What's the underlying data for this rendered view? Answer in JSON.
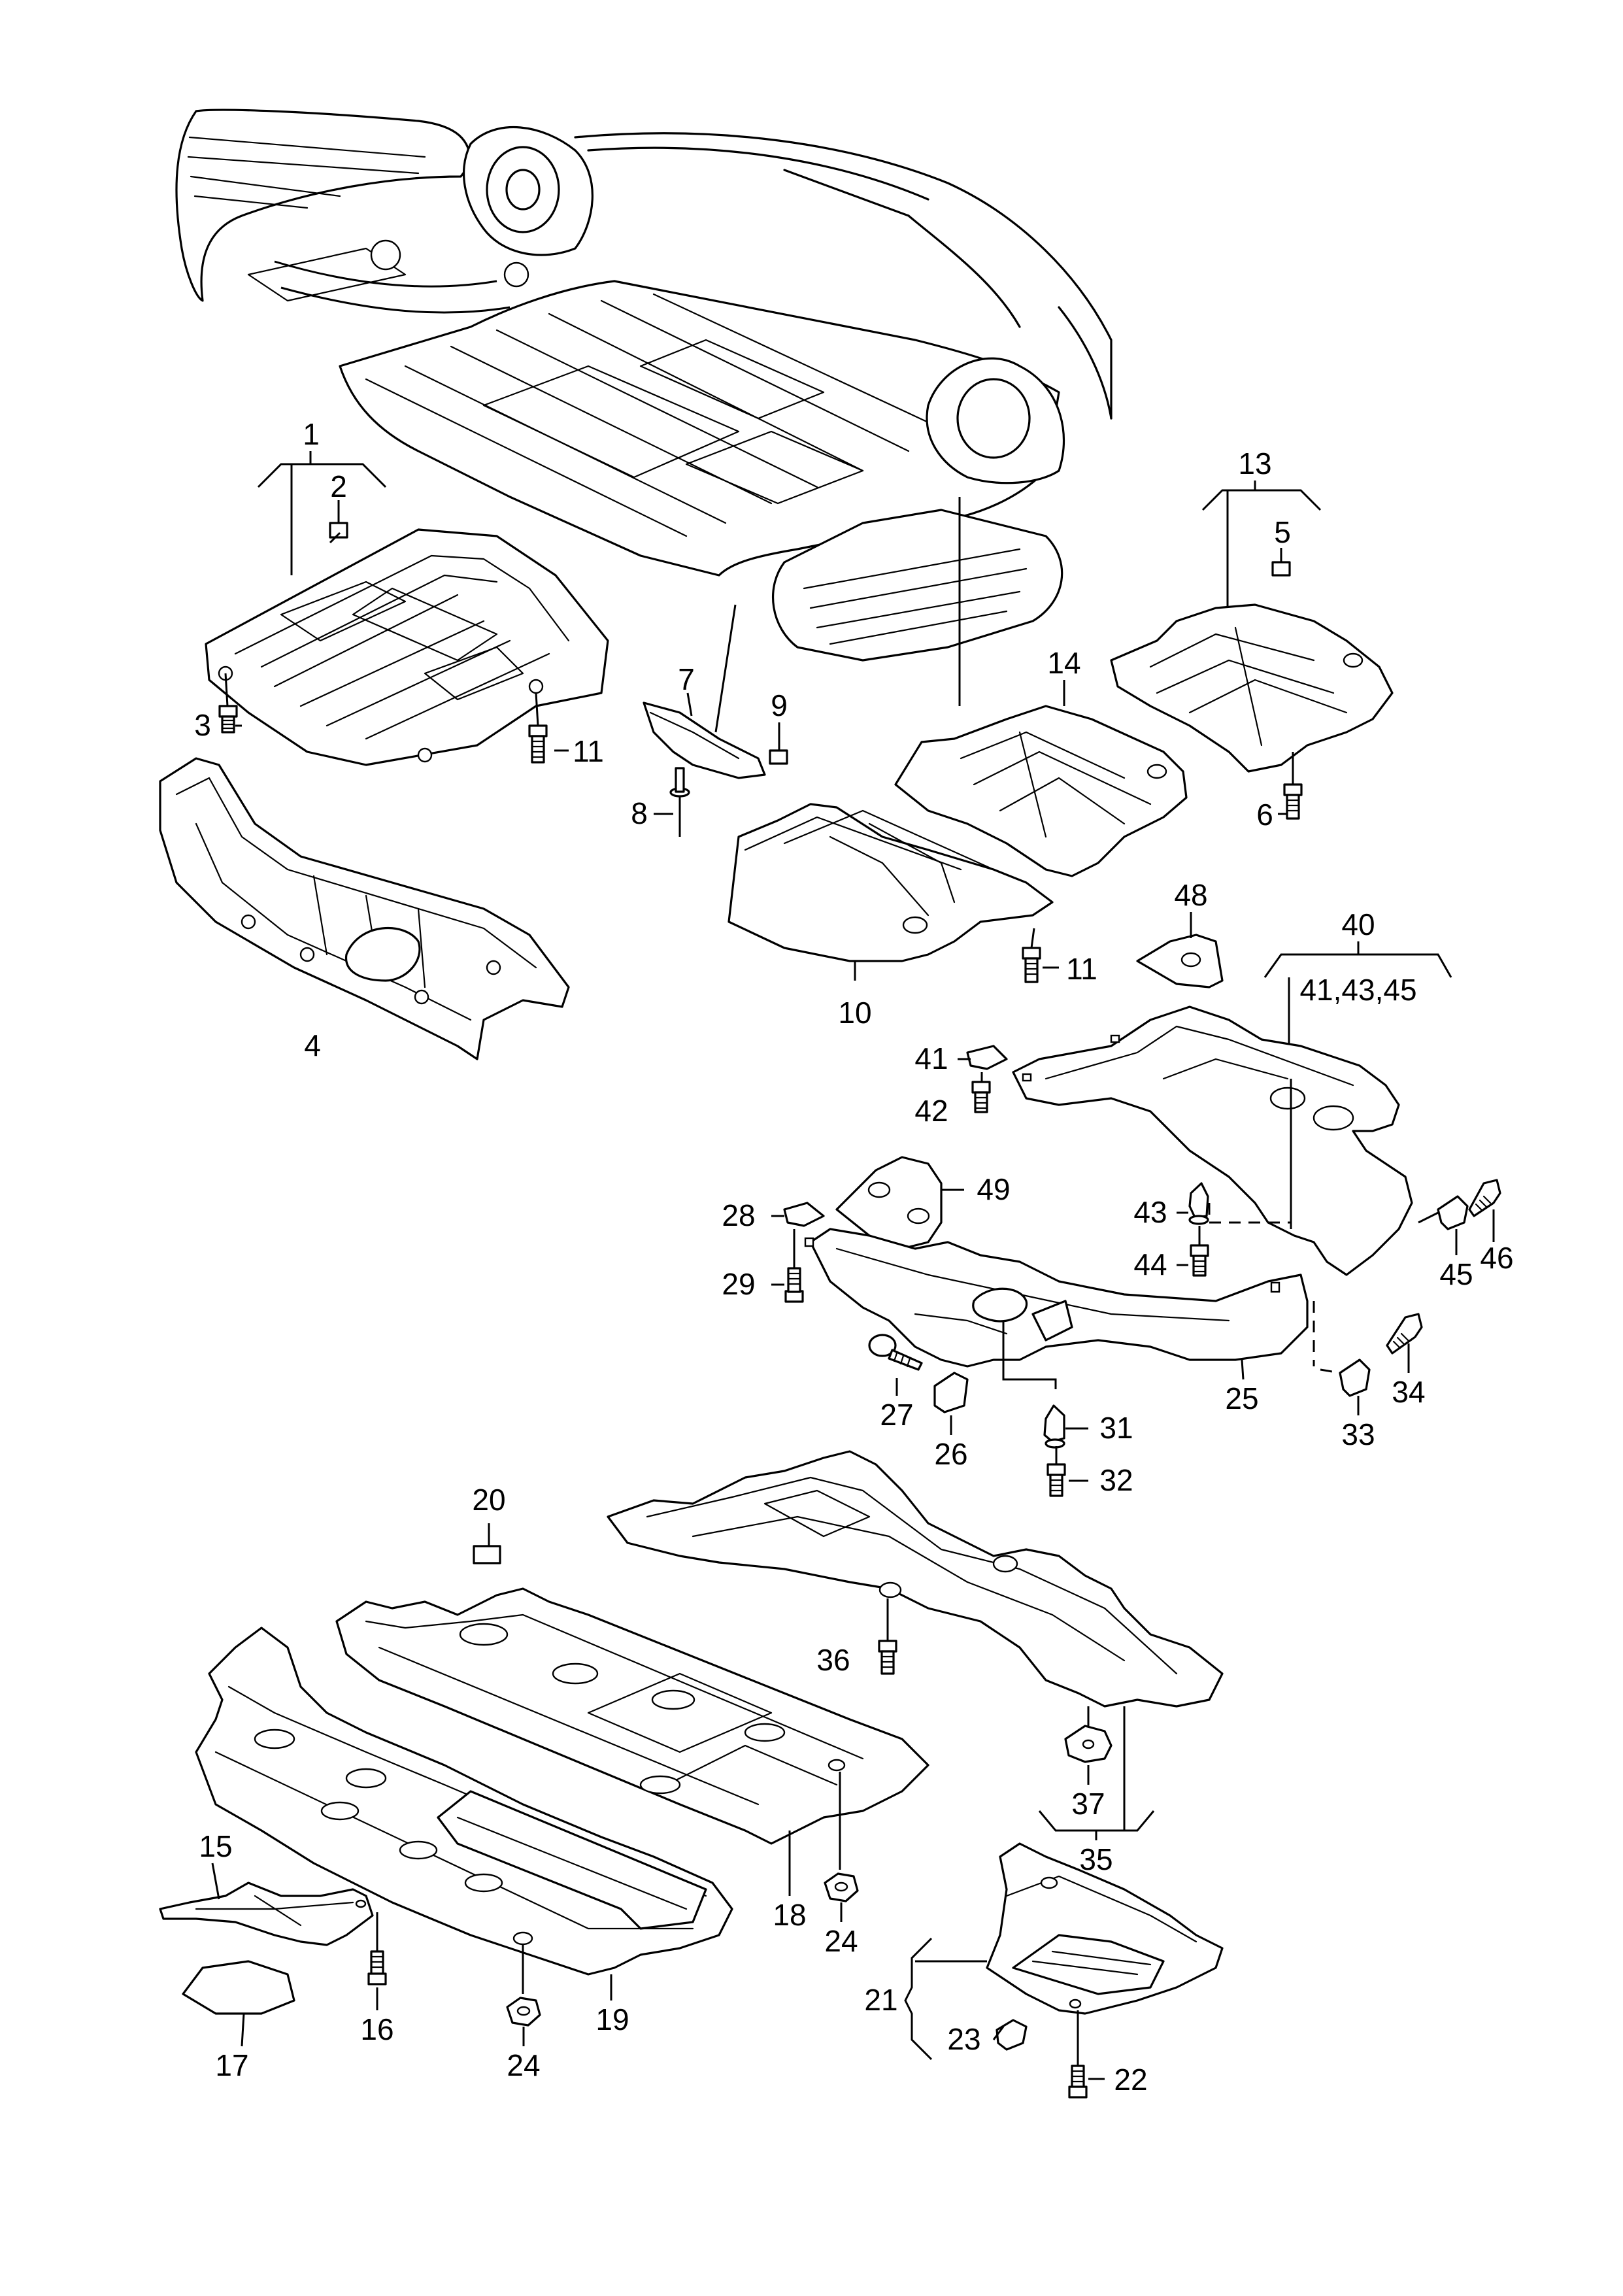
{
  "labels": {
    "l1": "1",
    "l2": "2",
    "l3": "3",
    "l4": "4",
    "l5": "5",
    "l6": "6",
    "l7": "7",
    "l8": "8",
    "l9": "9",
    "l10": "10",
    "l11a": "11",
    "l11b": "11",
    "l13": "13",
    "l14": "14",
    "l15": "15",
    "l16": "16",
    "l17": "17",
    "l18": "18",
    "l19": "19",
    "l20": "20",
    "l21": "21",
    "l22": "22",
    "l23": "23",
    "l24a": "24",
    "l24b": "24",
    "l25": "25",
    "l26": "26",
    "l27": "27",
    "l28": "28",
    "l29": "29",
    "l31": "31",
    "l32": "32",
    "l33": "33",
    "l34": "34",
    "l35": "35",
    "l36": "36",
    "l37": "37",
    "l40": "40",
    "l40sub": "41,43,45",
    "l41": "41",
    "l42": "42",
    "l43": "43",
    "l44": "44",
    "l45": "45",
    "l46": "46",
    "l48": "48",
    "l49": "49"
  }
}
